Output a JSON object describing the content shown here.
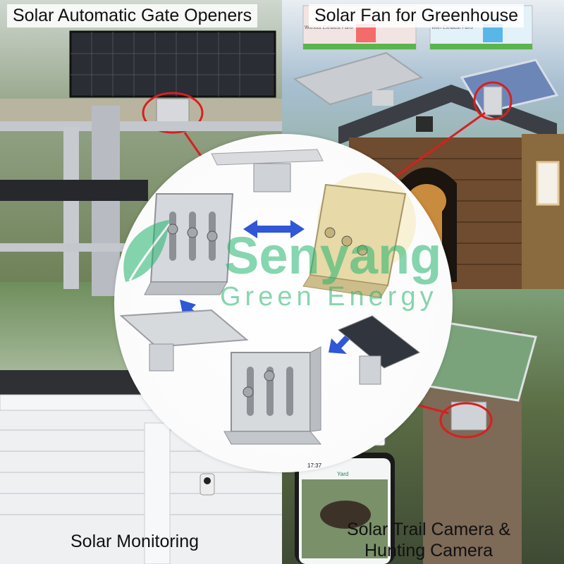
{
  "captions": {
    "top_left": "Solar Automatic Gate Openers",
    "top_right": "Solar Fan for Greenhouse",
    "bottom_left": "Solar Monitoring",
    "bottom_right_line1": "Solar Trail Camera &",
    "bottom_right_line2": "Hunting Camera"
  },
  "watermark": {
    "brand": "Senyang",
    "tagline": "Green Energy"
  },
  "greenhouse_labels": {
    "without": "Without Exhaust Fans",
    "with": "With Exhaust Fans"
  },
  "phone": {
    "time": "17:37",
    "tab": "Yard"
  },
  "colors": {
    "watermark": "#22b46e",
    "arrow": "#d81f1f",
    "double_arrow": "#2f57d6",
    "bracket": "#c9ccd1"
  }
}
